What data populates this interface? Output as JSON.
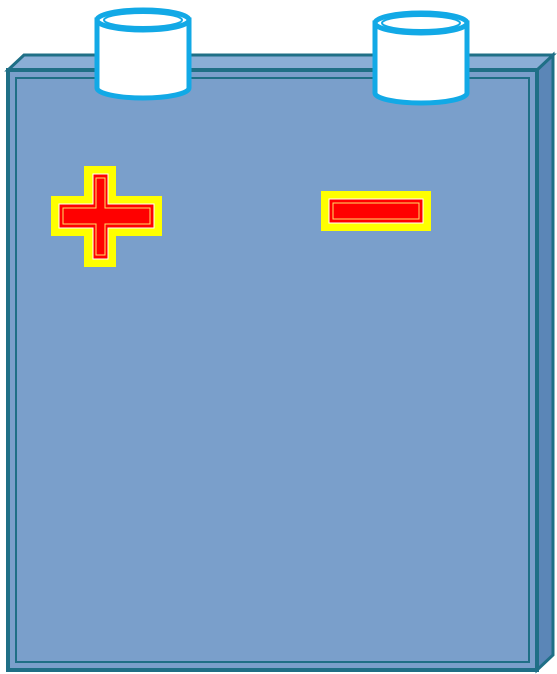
{
  "figure": {
    "subject": "battery",
    "terminals": [
      {
        "name": "positive-terminal",
        "symbol": "plus"
      },
      {
        "name": "negative-terminal",
        "symbol": "minus"
      }
    ]
  },
  "colors": {
    "body_fill": "#7a9fcb",
    "body_stroke": "#1f6f86",
    "body_side": "#5b86b7",
    "body_top": "#8aaed6",
    "terminal_fill": "#ffffff",
    "terminal_stroke": "#12a9e6",
    "symbol_fill": "#ff0000",
    "symbol_glow": "#ffff00"
  }
}
